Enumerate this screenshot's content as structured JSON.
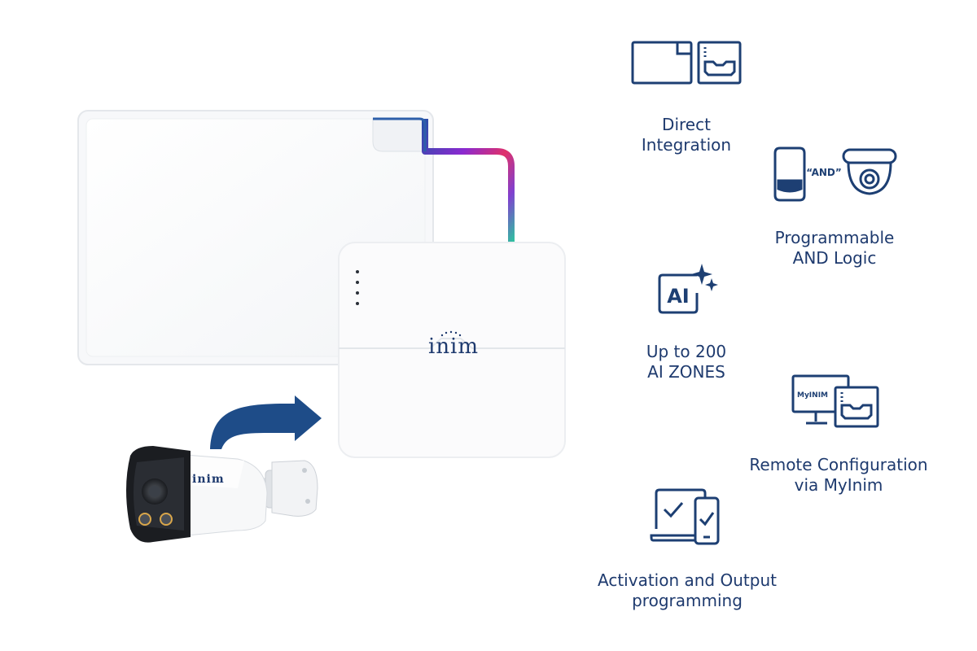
{
  "colors": {
    "navy": "#1e3a6e",
    "icon_navy": "#1d3f73",
    "arrow_blue": "#1e4c88",
    "panel_border": "#e4e7eb"
  },
  "devices": {
    "nvr_brand": "inim",
    "camera_brand": "inim",
    "panel": "alarm-control-panel",
    "nvr": "network-video-recorder",
    "camera": "bullet-camera"
  },
  "features": [
    {
      "icon": "direct-integration-icon",
      "label": "Direct\nIntegration"
    },
    {
      "icon": "and-logic-icon",
      "icon_text": "“AND”",
      "label": "Programmable\nAND Logic"
    },
    {
      "icon": "ai-sparkle-icon",
      "icon_text": "AI",
      "label": "Up to 200\nAI ZONES"
    },
    {
      "icon": "mylnim-monitors-icon",
      "icon_text": "MyINIM",
      "label": "Remote Configuration\nvia MyInim"
    },
    {
      "icon": "laptop-phone-check-icon",
      "label": "Activation and Output\nprogramming"
    }
  ]
}
